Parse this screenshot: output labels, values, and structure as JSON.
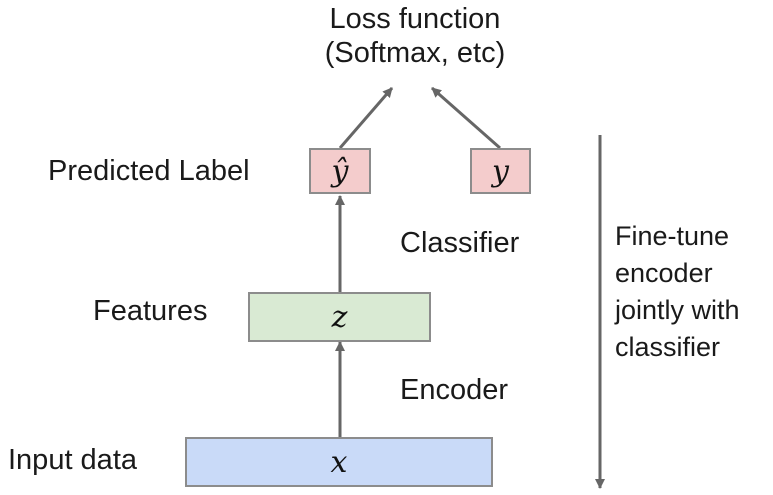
{
  "loss": {
    "line1": "Loss function",
    "line2": "(Softmax, etc)"
  },
  "labels": {
    "predicted_label": "Predicted Label",
    "features": "Features",
    "input_data": "Input data",
    "classifier": "Classifier",
    "encoder": "Encoder"
  },
  "nodes": {
    "y_hat": "ŷ",
    "y": "y",
    "z": "z",
    "x": "x"
  },
  "side_note": {
    "line1": "Fine-tune",
    "line2": "encoder",
    "line3": "jointly with",
    "line4": "classifier"
  },
  "colors": {
    "label_box": "#f4cccc",
    "feature_box": "#d9ead3",
    "input_box": "#c9daf8",
    "box_border": "#8c8c8c",
    "arrow": "#666666"
  }
}
